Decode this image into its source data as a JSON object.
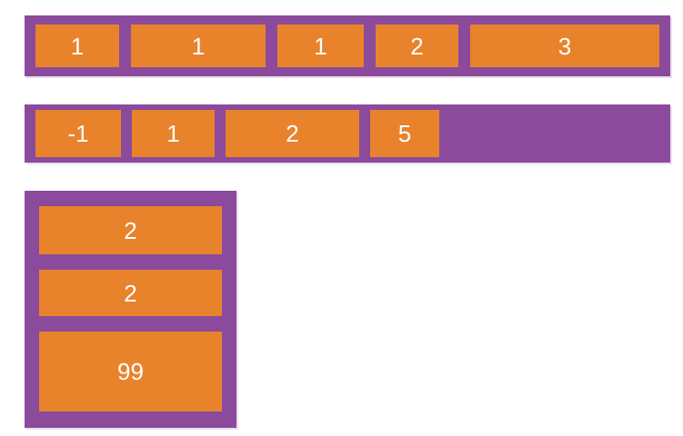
{
  "colors": {
    "page_bg": "#ffffff",
    "container_bg": "#8b4a9c",
    "item_bg": "#e8832c",
    "item_text": "#ffffff"
  },
  "containers": {
    "row1": {
      "orientation": "row",
      "items": [
        "1",
        "1",
        "1",
        "2",
        "3"
      ]
    },
    "row2": {
      "orientation": "row",
      "items": [
        "-1",
        "1",
        "2",
        "5"
      ]
    },
    "column": {
      "orientation": "column",
      "items": [
        "2",
        "2",
        "99"
      ]
    }
  }
}
